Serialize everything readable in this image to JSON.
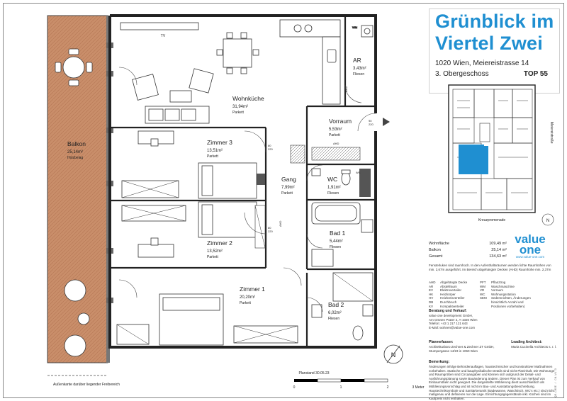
{
  "project": {
    "title_line1": "Grünblick im",
    "title_line2": "Viertel Zwei",
    "address": "1020 Wien, Meiereistrasse 14",
    "floor": "3. Obergeschoss",
    "unit": "TOP 55"
  },
  "rooms": [
    {
      "name": "Wohnküche",
      "area": "31,94m²",
      "floor": "Parkett"
    },
    {
      "name": "AR",
      "area": "3,43m²",
      "floor": "Fliesen"
    },
    {
      "name": "Vorraum",
      "area": "5,53m²",
      "floor": "Parkett"
    },
    {
      "name": "Zimmer 3",
      "area": "13,51m²",
      "floor": "Parkett"
    },
    {
      "name": "Gang",
      "area": "7,99m²",
      "floor": "Parkett"
    },
    {
      "name": "WC",
      "area": "1,91m²",
      "floor": "Fliesen"
    },
    {
      "name": "Bad 1",
      "area": "5,44m²",
      "floor": "Fliesen"
    },
    {
      "name": "Zimmer 2",
      "area": "13,52m²",
      "floor": "Parkett"
    },
    {
      "name": "Zimmer 1",
      "area": "20,20m²",
      "floor": "Parkett"
    },
    {
      "name": "Bad 2",
      "area": "6,02m²",
      "floor": "Fliesen"
    },
    {
      "name": "Balkon",
      "area": "25,14m²",
      "floor": "Holzbelag"
    }
  ],
  "plan_marks": {
    "tv": "TV",
    "wm": "WM",
    "ahd": "AHD",
    "ws": "WS",
    "door_80_220": [
      "80",
      "220"
    ],
    "door_90_220": [
      "90",
      "220"
    ],
    "scale_stand": "Planstand 30.05.23",
    "scale_ticks": [
      "0",
      "1",
      "2",
      "3 Meter"
    ],
    "outer_edge_note": "Außenkante darüber liegender Freibereich",
    "north": "N"
  },
  "keyplan": {
    "street_right": "Meiereistraße",
    "street_bottom": "Kreuzpromenade",
    "north": "N"
  },
  "areas": {
    "rows": [
      {
        "label": "Wohnfläche",
        "value": "109,49 m²"
      },
      {
        "label": "Balkon",
        "value": "25,14 m²"
      },
      {
        "label": "Gesamt",
        "value": "134,63 m²"
      }
    ]
  },
  "brand": {
    "name_line1": "value",
    "name_line2": "one",
    "url": "www.value-one.com"
  },
  "general_note": "Fensterluken sind raumhoch. In den Aufenthaltsräumen werden lichte Raumhöhen von min. 2,67m ausgeführt. Im Bereich abgehängter Decken (AHD) Raumhöhe min. 2,37m",
  "abbreviations": [
    {
      "code": "AHD",
      "text": "Abgehängte Decke"
    },
    {
      "code": "PFT",
      "text": "Pflanztrog"
    },
    {
      "code": "AR",
      "text": "Abstellraum"
    },
    {
      "code": "WM",
      "text": "Waschmaschine"
    },
    {
      "code": "EV",
      "text": "Elektroverteiler"
    },
    {
      "code": "VR",
      "text": "Vorraum"
    },
    {
      "code": "HK",
      "text": "Heizkörper"
    },
    {
      "code": "WC",
      "text": "Wohnungsstation"
    },
    {
      "code": "HV",
      "text": "Heizkreisverteiler"
    },
    {
      "code": "SEM",
      "text": "Sedemnichten, Änderungen"
    },
    {
      "code": "DB",
      "text": "Durchbruch"
    },
    {
      "code": "",
      "text": "hinsichtlich Anzahl und"
    },
    {
      "code": "KV",
      "text": "Kompaktverteiler"
    },
    {
      "code": "",
      "text": "Positionen vorbehalten)"
    }
  ],
  "sales": {
    "heading": "Beratung und Verkauf:",
    "lines": [
      "value one development GmbH,",
      "Am Grünen Prater 2, A-1020 Wien",
      "Telefon: +43 1 217 121 643",
      "E-Mail: wohnen@value-one.com"
    ]
  },
  "planners": {
    "heading_left": "Planverfasser:",
    "left_lines": [
      "Architekturbüro Zechner & Zechner ZT GmbH,",
      "Stumpergasse 14/23 in 1060 Wien"
    ],
    "heading_right": "Leading Architect:",
    "right_lines": [
      "Maria Cucinella Architects s. r. l."
    ]
  },
  "remarks": {
    "heading": "Bemerkung:",
    "text": "Änderungen infolge Behördenauflagen, haustechnischer und konstruktiver Maßnahmen vorbehalten. Statische und bauphysikalische Details sind nicht Planinhalt. Die Wohnungs- und Raumgrößen sind Circaangaben und können sich aufgrund der Detail- und Ausführungsplanung sowie Bauänderung ändern. Dieser Plan ist zum Verkauf von Einbaumöbeln nicht geeignet. Die dargestellte Möblierung dient ausschließlich als Möblierungsvorschlag und ist nicht im Bau- und Ausstattungsbeschreibung. Haustechniksymbole und Sanitärkeramik (Badewanne, Waschtisch, WC's etc.) sind nicht maßgenau und definieren nur die Lage. Einrichtungsgegenstände inkl. Küchen sind im Kaufpreis nicht enthalten."
  },
  "sheet_code": "QR-CODE / CN-V1.3"
}
